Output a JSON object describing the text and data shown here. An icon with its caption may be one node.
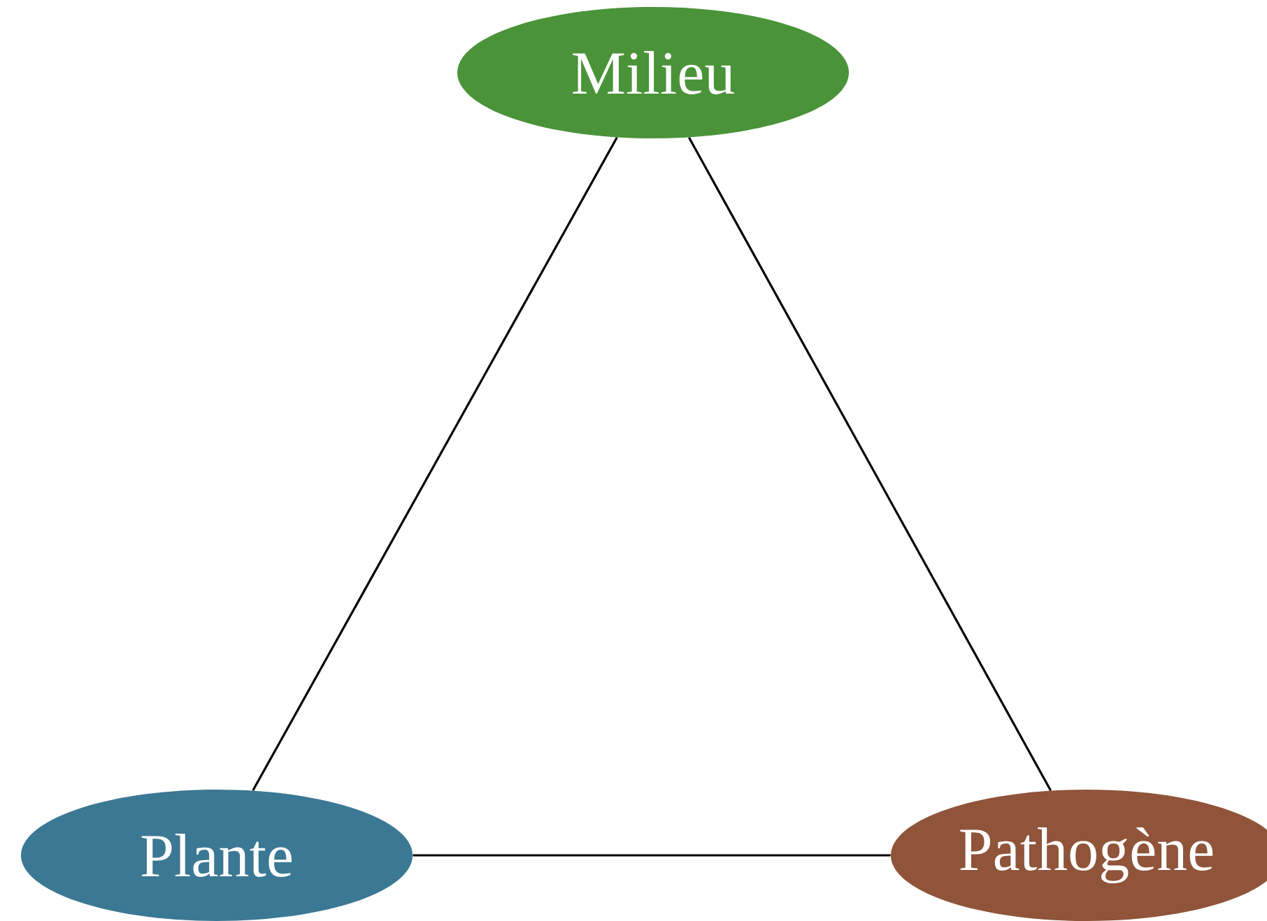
{
  "diagram": {
    "nodes": [
      {
        "text": [
          "Milieu"
        ]
      },
      {
        "text": [
          "Plante"
        ]
      },
      {
        "text": [
          "Pathogène"
        ]
      }
    ],
    "edges": [
      {
        "from": 0,
        "to": 1,
        "arrow": "none"
      },
      {
        "from": 0,
        "to": 2,
        "arrow": "none"
      },
      {
        "from": 1,
        "to": 2,
        "arrow": "none"
      }
    ]
  }
}
